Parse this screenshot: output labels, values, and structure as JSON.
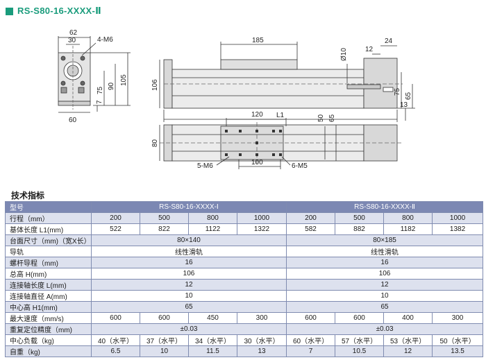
{
  "title": "RS-S80-16-XXXX-Ⅱ",
  "colors": {
    "accent": "#1a9c7c",
    "header_bg": "#7c88b3",
    "odd_row_bg": "#dde1ee"
  },
  "drawing": {
    "end_view": {
      "d_top": "62",
      "d_inner": "30",
      "d_bottom": "60",
      "d_width_note": "7",
      "d_h1": "75",
      "d_h2": "90",
      "d_h3": "105",
      "thread_label": "4-M6"
    },
    "side_view": {
      "d_stage": "185",
      "d_height": "106",
      "d_length": "L1",
      "d_shaft": "Ø10",
      "d_a": "12",
      "d_b": "24",
      "d_c": "75",
      "d_d": "65",
      "d_e": "13"
    },
    "top_view": {
      "d_120": "120",
      "d_50": "50",
      "d_65": "65",
      "d_80": "80",
      "d_100": "100",
      "label_m6": "5-M6",
      "label_m5": "6-M5"
    }
  },
  "spec_title": "技术指标",
  "table": {
    "header": {
      "label": "型号",
      "model1": "RS-S80-16-XXXX-Ⅰ",
      "model2": "RS-S80-16-XXXX-Ⅱ"
    },
    "rows": [
      {
        "label": "行程（mm）",
        "cells": [
          "200",
          "500",
          "800",
          "1000",
          "200",
          "500",
          "800",
          "1000"
        ]
      },
      {
        "label": "基体长度 L1(mm)",
        "cells": [
          "522",
          "822",
          "1122",
          "1322",
          "582",
          "882",
          "1182",
          "1382"
        ]
      },
      {
        "label": "台面尺寸（mm)（宽X长）",
        "m1": "80×140",
        "m2": "80×185"
      },
      {
        "label": "导轨",
        "m1": "线性滑轨",
        "m2": "线性滑轨"
      },
      {
        "label": "螺杆导程（mm)",
        "m1": "16",
        "m2": "16"
      },
      {
        "label": "总高 H(mm)",
        "m1": "106",
        "m2": "106"
      },
      {
        "label": "连接轴长度 L(mm)",
        "m1": "12",
        "m2": "12"
      },
      {
        "label": "连接轴直径 A(mm)",
        "m1": "10",
        "m2": "10"
      },
      {
        "label": "中心高 H1(mm)",
        "m1": "65",
        "m2": "65"
      },
      {
        "label": "最大速度（mm/s)",
        "cells": [
          "600",
          "600",
          "450",
          "300",
          "600",
          "600",
          "400",
          "300"
        ]
      },
      {
        "label": "重复定位精度（mm)",
        "m1": "±0.03",
        "m2": "±0.03"
      },
      {
        "label": "中心负载（kg)",
        "cells": [
          "40（水平）",
          "37（水平）",
          "34（水平）",
          "30（水平）",
          "60（水平）",
          "57（水平）",
          "53（水平）",
          "50（水平）"
        ]
      },
      {
        "label": "自重（kg)",
        "cells": [
          "6.5",
          "10",
          "11.5",
          "13",
          "7",
          "10.5",
          "12",
          "13.5"
        ]
      }
    ]
  }
}
